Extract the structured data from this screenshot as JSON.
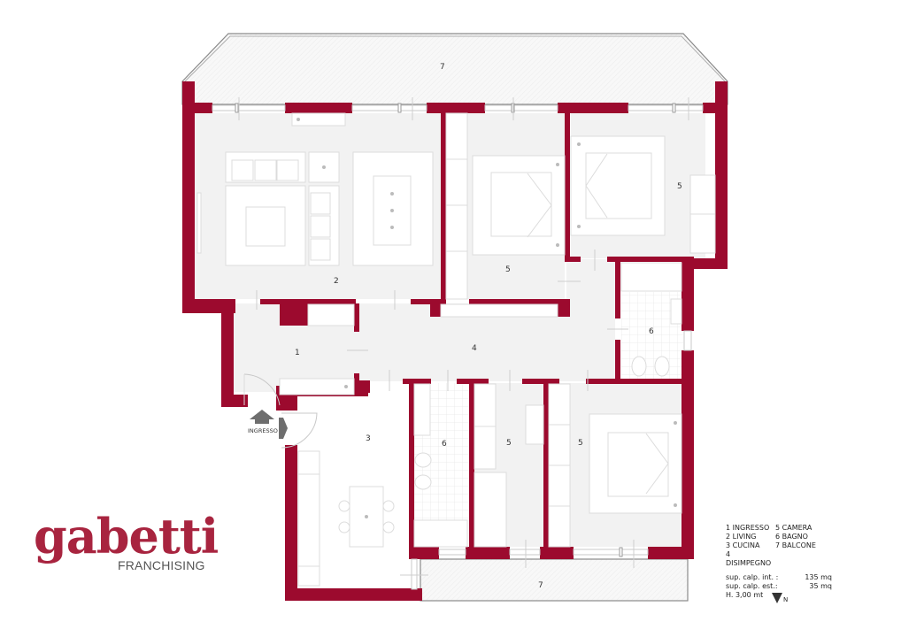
{
  "brand": {
    "name": "gabetti",
    "subtitle": "FRANCHISING",
    "color": "#a8243f"
  },
  "colors": {
    "wall": "#9c0a2e",
    "floor": "#f2f2f2",
    "balcony": "#f7f7f7"
  },
  "rooms": [
    {
      "id": "1",
      "name": "INGRESSO"
    },
    {
      "id": "2",
      "name": "LIVING"
    },
    {
      "id": "3",
      "name": "CUCINA"
    },
    {
      "id": "4",
      "name": "DISIMPEGNO"
    },
    {
      "id": "5",
      "name": "CAMERA"
    },
    {
      "id": "6",
      "name": "BAGNO"
    },
    {
      "id": "7",
      "name": "BALCONE"
    }
  ],
  "plan_labels": {
    "balcony_top": "7",
    "living": "2",
    "bedroom_center": "5",
    "bedroom_right": "5",
    "bath_right": "6",
    "ingresso": "1",
    "disimpegno": "4",
    "kitchen": "3",
    "bath_lower": "6",
    "bedroom_lower_mid": "5",
    "bedroom_lower_right": "5",
    "balcony_bottom": "7",
    "entrance_text": "INGRESSO"
  },
  "legend": {
    "col1": [
      "1 INGRESSO",
      "2 LIVING",
      "3 CUCINA",
      "4 DISIMPEGNO"
    ],
    "col2": [
      "5 CAMERA",
      "6 BAGNO",
      "7 BALCONE",
      ""
    ]
  },
  "areas": {
    "internal_label": "sup. calp. int. :",
    "internal_value": "135 mq",
    "external_label": "sup. calp. est.:",
    "external_value": "35 mq",
    "height": "H. 3,00 mt"
  },
  "compass": {
    "label": "N"
  }
}
